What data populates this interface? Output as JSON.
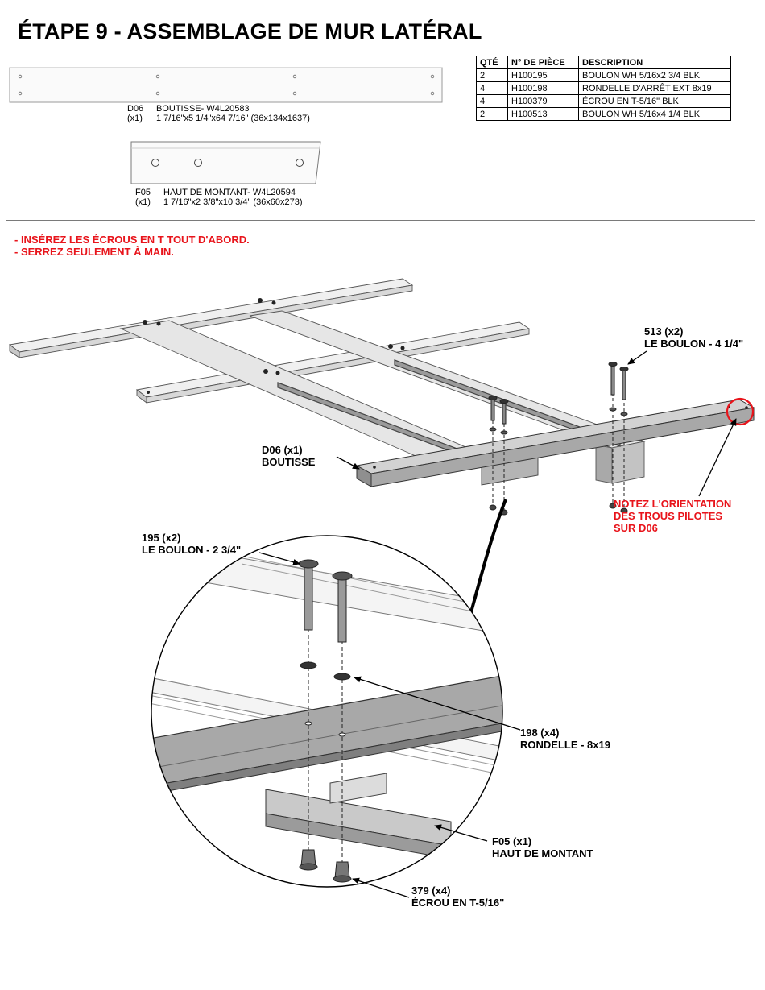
{
  "page": {
    "title": "ÉTAPE 9 - ASSEMBLAGE DE MUR LATÉRAL",
    "parts_table": {
      "headers": [
        "QTÉ",
        "N° DE PIÈCE",
        "DESCRIPTION"
      ],
      "rows": [
        [
          "2",
          "H100195",
          "BOULON WH 5/16x2 3/4 BLK"
        ],
        [
          "4",
          "H100198",
          "RONDELLE D'ARRÊT EXT 8x19"
        ],
        [
          "4",
          "H100379",
          "ÉCROU EN T-5/16\" BLK"
        ],
        [
          "2",
          "H100513",
          "BOULON WH 5/16x4 1/4 BLK"
        ]
      ]
    },
    "parts": [
      {
        "code": "D06",
        "qty": "(x1)",
        "name": "BOUTISSE- W4L20583",
        "dims": "1 7/16\"x5 1/4\"x64 7/16\" (36x134x1637)"
      },
      {
        "code": "F05",
        "qty": "(x1)",
        "name": "HAUT DE MONTANT- W4L20594",
        "dims": "1 7/16\"x2 3/8\"x10 3/4\" (36x60x273)"
      }
    ],
    "notes": [
      "- INSÉREZ LES ÉCROUS EN T TOUT D'ABORD.",
      "- SERREZ SEULEMENT À MAIN."
    ],
    "callouts": {
      "bolt_513": "513 (x2)\nLE BOULON - 4 1/4\"",
      "d06": "D06 (x1)\nBOUTISSE",
      "orientation": "NOTEZ L'ORIENTATION\nDES TROUS PILOTES\nSUR D06",
      "bolt_195": "195 (x2)\nLE BOULON - 2 3/4\"",
      "washer_198": "198 (x4)\nRONDELLE - 8x19",
      "f05": "F05 (x1)\nHAUT DE MONTANT",
      "nut_379": "379 (x4)\nÉCROU EN T-5/16\""
    },
    "colors": {
      "note_red": "#e8141b",
      "wood_light": "#e4e4e4",
      "wood_mid": "#bdbdbd",
      "wood_dark": "#8f8f8f"
    }
  }
}
